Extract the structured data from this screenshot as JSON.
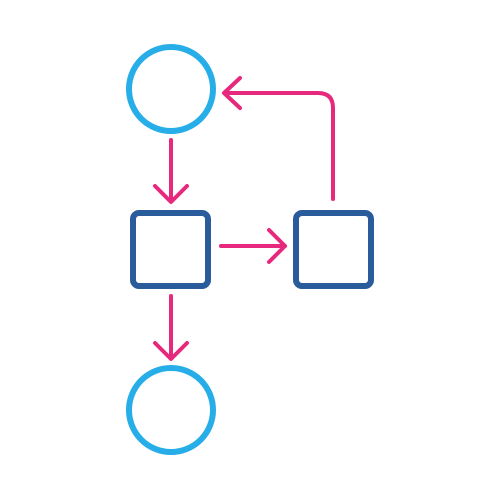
{
  "colors": {
    "background": "#ffffff",
    "start_end_node": "#27aee8",
    "process_node": "#2a5b9a",
    "arrow": "#e6297d"
  },
  "nodes": [
    {
      "id": "top-circle",
      "shape": "circle"
    },
    {
      "id": "left-square",
      "shape": "rounded-square"
    },
    {
      "id": "right-square",
      "shape": "rounded-square"
    },
    {
      "id": "bottom-circle",
      "shape": "circle"
    }
  ],
  "edges": [
    {
      "from": "top-circle",
      "to": "left-square"
    },
    {
      "from": "left-square",
      "to": "right-square"
    },
    {
      "from": "right-square",
      "to": "top-circle"
    },
    {
      "from": "left-square",
      "to": "bottom-circle"
    }
  ]
}
